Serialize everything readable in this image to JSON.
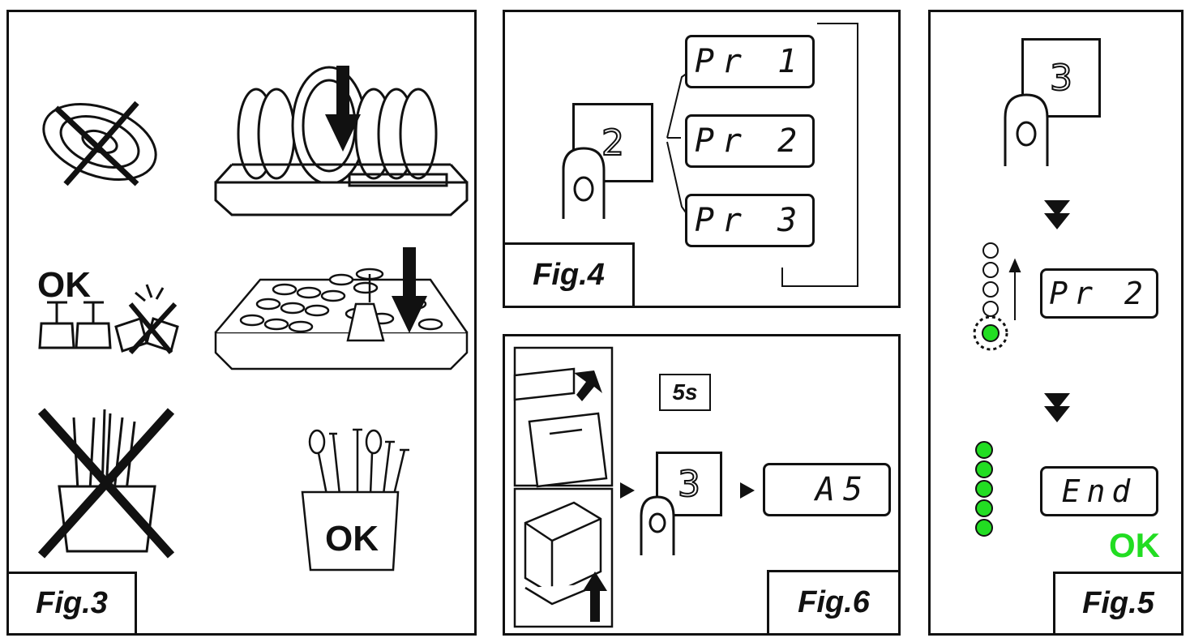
{
  "fig3": {
    "label": "Fig.3",
    "ok_top": "OK",
    "ok_bottom": "OK"
  },
  "fig4": {
    "label": "Fig.4",
    "key": "2",
    "displays": [
      "Pr 1",
      "Pr 2",
      "Pr 3"
    ]
  },
  "fig6": {
    "label": "Fig.6",
    "time": "5s",
    "key": "3",
    "display": "A5"
  },
  "fig5": {
    "label": "Fig.5",
    "key": "3",
    "display_mid": "Pr 2",
    "display_end": "End",
    "ok": "OK",
    "ok_color": "#22dd22",
    "led_on_color": "#22dd22"
  }
}
